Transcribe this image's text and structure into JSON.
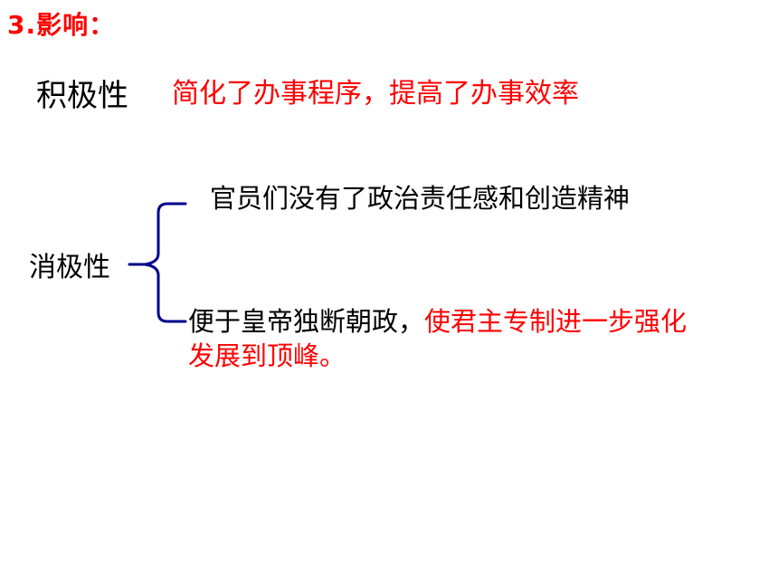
{
  "heading": "3.影响：",
  "positive": {
    "label": "积极性",
    "text": "简化了办事程序，提高了办事效率"
  },
  "negative": {
    "label": "消极性",
    "item1": "官员们没有了政治责任感和创造精神",
    "item2_black": "便于皇帝独断朝政，",
    "item2_red": "使君主专制进一步强化",
    "item2_red_cont": "发展到顶峰。"
  },
  "colors": {
    "accent_red": "#ff0000",
    "brace_blue": "#00008b",
    "text_black": "#000000"
  }
}
